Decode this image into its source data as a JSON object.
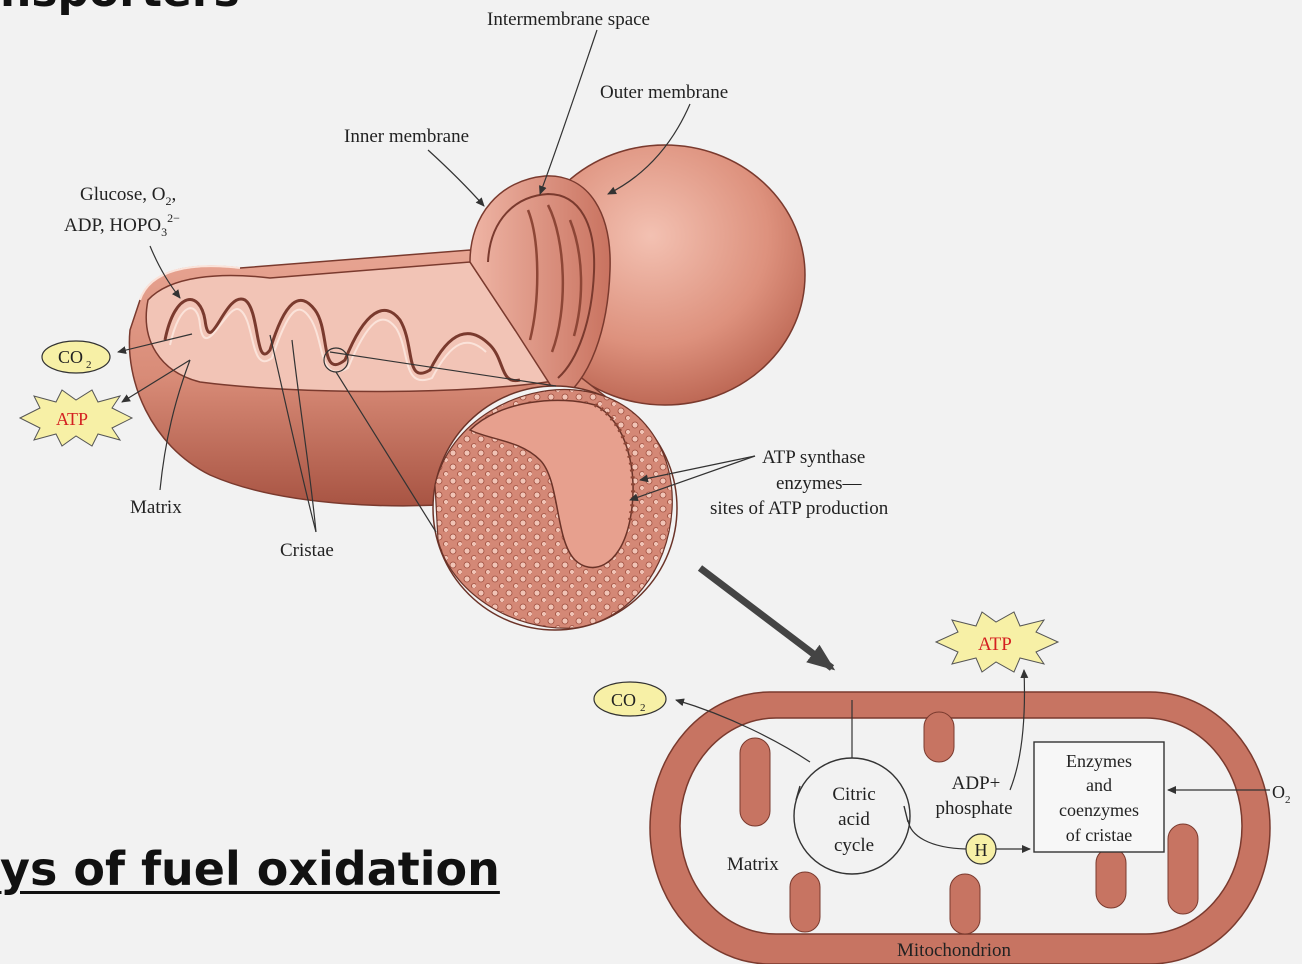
{
  "headings": {
    "top": "nsporters",
    "bottom": "ys of fuel oxidation"
  },
  "mito3d": {
    "labels": {
      "intermembrane_space": "Intermembrane space",
      "outer_membrane": "Outer membrane",
      "inner_membrane": "Inner membrane",
      "inputs_line1": "Glucose, O",
      "inputs_sub_o2": "2",
      "inputs_comma": ",",
      "inputs_line2": "ADP, HOPO",
      "inputs_sub_3": "3",
      "inputs_sup_charge": "2−",
      "co2": "CO",
      "co2_sub": "2",
      "atp": "ATP",
      "matrix": "Matrix",
      "cristae": "Cristae",
      "atp_synthase_line1": "ATP synthase",
      "atp_synthase_line2": "enzymes—",
      "atp_synthase_line3": "sites of ATP production"
    }
  },
  "schematic": {
    "labels": {
      "atp": "ATP",
      "co2": "CO",
      "co2_sub": "2",
      "citric_line1": "Citric",
      "citric_line2": "acid",
      "citric_line3": "cycle",
      "adp_line1": "ADP+",
      "adp_line2": "phosphate",
      "enzymes_line1": "Enzymes",
      "enzymes_line2": "and",
      "enzymes_line3": "coenzymes",
      "enzymes_line4": "of cristae",
      "h": "H",
      "o2": "O",
      "o2_sub": "2",
      "matrix": "Matrix",
      "mitochondrion": "Mitochondrion"
    }
  },
  "colors": {
    "background": "#f2f2f2",
    "mito_fill": "#d98b78",
    "mito_dark": "#b5614f",
    "schematic_membrane": "#c77462",
    "label_yellow": "#f7f0a6",
    "atp_red": "#d42020"
  }
}
